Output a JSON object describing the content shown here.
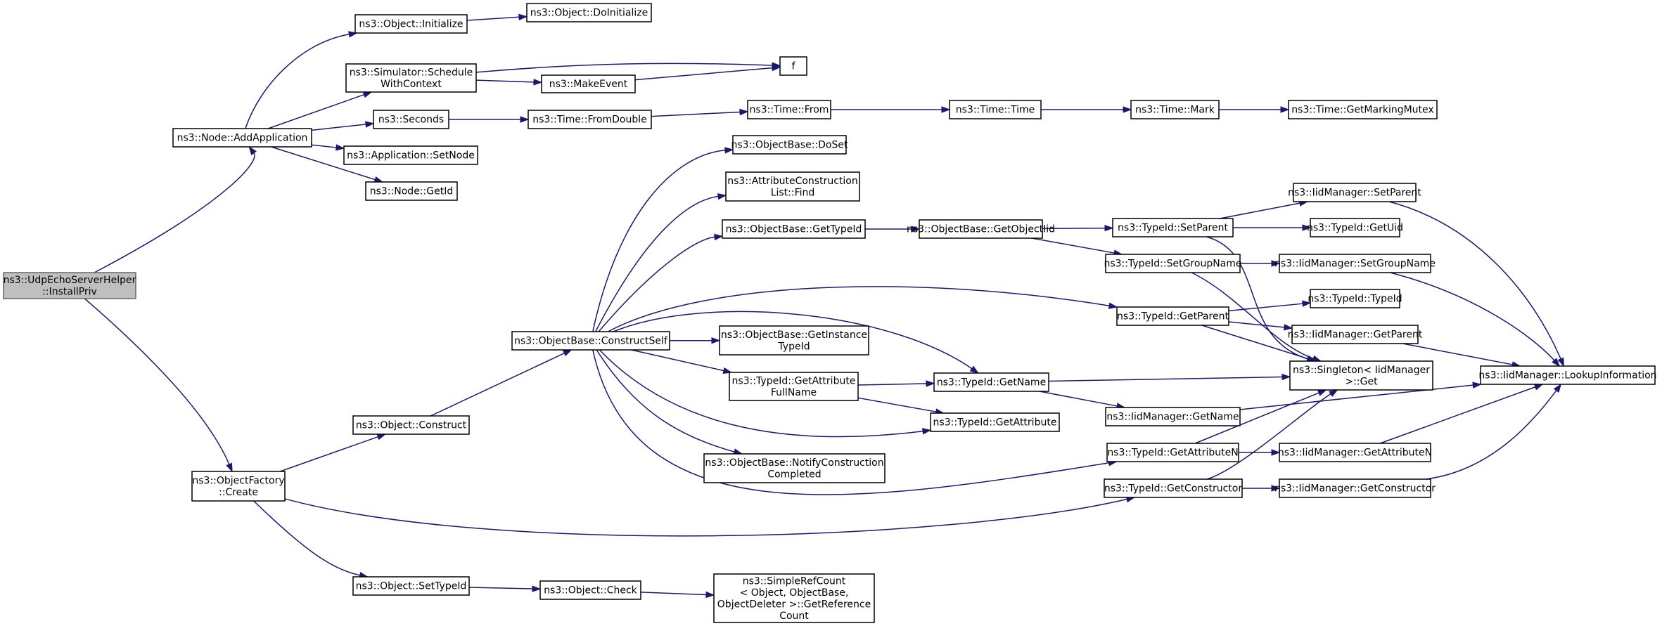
{
  "colors": {
    "edge": "#191970",
    "root_fill": "#bfbfbf",
    "node_stroke": "#000000"
  },
  "nodes": [
    {
      "id": "root",
      "lines": [
        "ns3::UdpEchoServerHelper",
        "::InstallPriv"
      ],
      "root": true
    },
    {
      "id": "addapp",
      "lines": [
        "ns3::Node::AddApplication"
      ]
    },
    {
      "id": "objinit",
      "lines": [
        "ns3::Object::Initialize"
      ]
    },
    {
      "id": "doinit",
      "lines": [
        "ns3::Object::DoInitialize"
      ]
    },
    {
      "id": "schedctx",
      "lines": [
        "ns3::Simulator::Schedule",
        "WithContext"
      ]
    },
    {
      "id": "f",
      "lines": [
        "f"
      ]
    },
    {
      "id": "makeevent",
      "lines": [
        "ns3::MakeEvent"
      ]
    },
    {
      "id": "seconds",
      "lines": [
        "ns3::Seconds"
      ]
    },
    {
      "id": "fromdouble",
      "lines": [
        "ns3::Time::FromDouble"
      ]
    },
    {
      "id": "timefrom",
      "lines": [
        "ns3::Time::From"
      ]
    },
    {
      "id": "timetime",
      "lines": [
        "ns3::Time::Time"
      ]
    },
    {
      "id": "timemark",
      "lines": [
        "ns3::Time::Mark"
      ]
    },
    {
      "id": "markmutex",
      "lines": [
        "ns3::Time::GetMarkingMutex"
      ]
    },
    {
      "id": "appsetnode",
      "lines": [
        "ns3::Application::SetNode"
      ]
    },
    {
      "id": "nodegetid",
      "lines": [
        "ns3::Node::GetId"
      ]
    },
    {
      "id": "factory",
      "lines": [
        "ns3::ObjectFactory",
        "::Create"
      ]
    },
    {
      "id": "objconstruct",
      "lines": [
        "ns3::Object::Construct"
      ]
    },
    {
      "id": "constructself",
      "lines": [
        "ns3::ObjectBase::ConstructSelf"
      ]
    },
    {
      "id": "doset",
      "lines": [
        "ns3::ObjectBase::DoSet"
      ]
    },
    {
      "id": "attrfind",
      "lines": [
        "ns3::AttributeConstruction",
        "List::Find"
      ]
    },
    {
      "id": "obgettypeid",
      "lines": [
        "ns3::ObjectBase::GetTypeId"
      ]
    },
    {
      "id": "getobjtid",
      "lines": [
        "ns3::ObjectBase::GetObjectIid"
      ]
    },
    {
      "id": "tidsetparent",
      "lines": [
        "ns3::TypeId::SetParent"
      ]
    },
    {
      "id": "iidsetparent",
      "lines": [
        "ns3::IidManager::SetParent"
      ]
    },
    {
      "id": "tidgetuid",
      "lines": [
        "ns3::TypeId::GetUid"
      ]
    },
    {
      "id": "tidsetgroup",
      "lines": [
        "ns3::TypeId::SetGroupName"
      ]
    },
    {
      "id": "iidsetgroup",
      "lines": [
        "ns3::IidManager::SetGroupName"
      ]
    },
    {
      "id": "tidgetparent",
      "lines": [
        "ns3::TypeId::GetParent"
      ]
    },
    {
      "id": "tidtypeid",
      "lines": [
        "ns3::TypeId::TypeId"
      ]
    },
    {
      "id": "iidgetparent",
      "lines": [
        "ns3::IidManager::GetParent"
      ]
    },
    {
      "id": "singleton",
      "lines": [
        "ns3::Singleton< IidManager",
        " >::Get"
      ]
    },
    {
      "id": "lookup",
      "lines": [
        "ns3::IidManager::LookupInformation"
      ]
    },
    {
      "id": "getinstance",
      "lines": [
        "ns3::ObjectBase::GetInstance",
        "TypeId"
      ]
    },
    {
      "id": "getattrfull",
      "lines": [
        "ns3::TypeId::GetAttribute",
        "FullName"
      ]
    },
    {
      "id": "tidgetname",
      "lines": [
        "ns3::TypeId::GetName"
      ]
    },
    {
      "id": "iidgetname",
      "lines": [
        "ns3::IidManager::GetName"
      ]
    },
    {
      "id": "tidgetattr",
      "lines": [
        "ns3::TypeId::GetAttribute"
      ]
    },
    {
      "id": "notify",
      "lines": [
        "ns3::ObjectBase::NotifyConstruction",
        "Completed"
      ]
    },
    {
      "id": "tidgetattrn",
      "lines": [
        "ns3::TypeId::GetAttributeN"
      ]
    },
    {
      "id": "iidgetattrn",
      "lines": [
        "ns3::IidManager::GetAttributeN"
      ]
    },
    {
      "id": "tidgetctor",
      "lines": [
        "ns3::TypeId::GetConstructor"
      ]
    },
    {
      "id": "iidgetctor",
      "lines": [
        "ns3::IidManager::GetConstructor"
      ]
    },
    {
      "id": "objsettypeid",
      "lines": [
        "ns3::Object::SetTypeId"
      ]
    },
    {
      "id": "objcheck",
      "lines": [
        "ns3::Object::Check"
      ]
    },
    {
      "id": "simplerefcount",
      "lines": [
        "ns3::SimpleRefCount",
        "< Object, ObjectBase,",
        " ObjectDeleter >::GetReference",
        "Count"
      ]
    }
  ],
  "edges": [
    [
      "root",
      "addapp"
    ],
    [
      "root",
      "factory"
    ],
    [
      "addapp",
      "objinit"
    ],
    [
      "addapp",
      "schedctx"
    ],
    [
      "addapp",
      "seconds"
    ],
    [
      "addapp",
      "appsetnode"
    ],
    [
      "addapp",
      "nodegetid"
    ],
    [
      "objinit",
      "doinit"
    ],
    [
      "schedctx",
      "f"
    ],
    [
      "schedctx",
      "makeevent"
    ],
    [
      "makeevent",
      "f"
    ],
    [
      "seconds",
      "fromdouble"
    ],
    [
      "fromdouble",
      "timefrom"
    ],
    [
      "timefrom",
      "timetime"
    ],
    [
      "timetime",
      "timemark"
    ],
    [
      "timemark",
      "markmutex"
    ],
    [
      "factory",
      "objconstruct"
    ],
    [
      "factory",
      "tidgetctor"
    ],
    [
      "factory",
      "objsettypeid"
    ],
    [
      "objconstruct",
      "constructself"
    ],
    [
      "constructself",
      "doset"
    ],
    [
      "constructself",
      "attrfind"
    ],
    [
      "constructself",
      "obgettypeid"
    ],
    [
      "constructself",
      "tidgetparent"
    ],
    [
      "constructself",
      "tidgetname"
    ],
    [
      "constructself",
      "getinstance"
    ],
    [
      "constructself",
      "getattrfull"
    ],
    [
      "constructself",
      "tidgetattr"
    ],
    [
      "constructself",
      "notify"
    ],
    [
      "constructself",
      "tidgetattrn"
    ],
    [
      "obgettypeid",
      "getobjtid"
    ],
    [
      "getobjtid",
      "tidsetparent"
    ],
    [
      "getobjtid",
      "tidsetgroup"
    ],
    [
      "tidsetparent",
      "iidsetparent"
    ],
    [
      "tidsetparent",
      "tidgetuid"
    ],
    [
      "tidsetparent",
      "singleton"
    ],
    [
      "tidsetgroup",
      "iidsetgroup"
    ],
    [
      "tidsetgroup",
      "singleton"
    ],
    [
      "tidgetparent",
      "tidtypeid"
    ],
    [
      "tidgetparent",
      "iidgetparent"
    ],
    [
      "tidgetparent",
      "singleton"
    ],
    [
      "getattrfull",
      "tidgetname"
    ],
    [
      "getattrfull",
      "tidgetattr"
    ],
    [
      "tidgetname",
      "singleton"
    ],
    [
      "tidgetname",
      "iidgetname"
    ],
    [
      "tidgetattrn",
      "singleton"
    ],
    [
      "tidgetattrn",
      "iidgetattrn"
    ],
    [
      "tidgetctor",
      "singleton"
    ],
    [
      "tidgetctor",
      "iidgetctor"
    ],
    [
      "iidsetparent",
      "lookup"
    ],
    [
      "iidsetgroup",
      "lookup"
    ],
    [
      "iidgetparent",
      "lookup"
    ],
    [
      "iidgetname",
      "lookup"
    ],
    [
      "iidgetattrn",
      "lookup"
    ],
    [
      "iidgetctor",
      "lookup"
    ],
    [
      "objsettypeid",
      "objcheck"
    ],
    [
      "objcheck",
      "simplerefcount"
    ]
  ]
}
